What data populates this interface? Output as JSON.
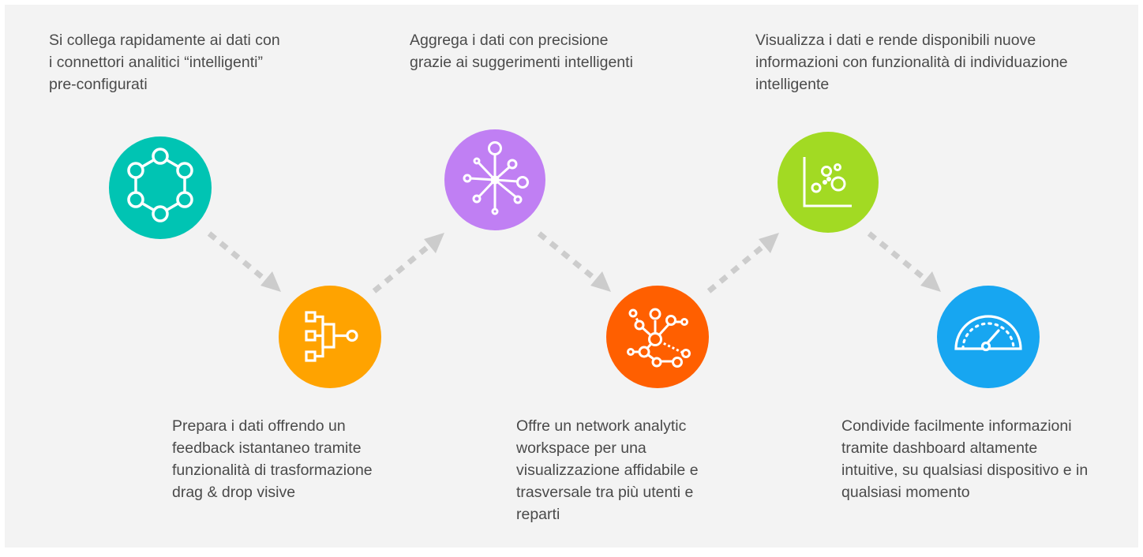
{
  "steps": [
    {
      "caption": "Si collega rapidamente ai dati con\ni connettori analitici “intelligenti”\npre-configurati",
      "icon": "circular-network-icon",
      "color": "#00c4b3"
    },
    {
      "caption": "Prepara i dati offrendo un\nfeedback istantaneo tramite\nfunzionalità di trasformazione\ndrag & drop visive",
      "icon": "workflow-tree-icon",
      "color": "#ffa300"
    },
    {
      "caption": "Aggrega i dati con precisione\ngrazie ai suggerimenti intelligenti",
      "icon": "hub-spokes-icon",
      "color": "#c07ff3"
    },
    {
      "caption": "Offre un network analytic\nworkspace per una\nvisualizzazione affidabile e\ntrasversale tra più utenti e\nreparti",
      "icon": "network-graph-icon",
      "color": "#ff5f00"
    },
    {
      "caption": "Visualizza i dati e rende disponibili nuove\ninformazioni con funzionalità di individuazione\nintelligente",
      "icon": "scatter-chart-icon",
      "color": "#a2da23"
    },
    {
      "caption": "Condivide facilmente informazioni\ntramite dashboard altamente\nintuitive, su qualsiasi dispositivo e in\nqualsiasi momento",
      "icon": "dashboard-gauge-icon",
      "color": "#17a6f1"
    }
  ],
  "connector_color": "#cccccc"
}
